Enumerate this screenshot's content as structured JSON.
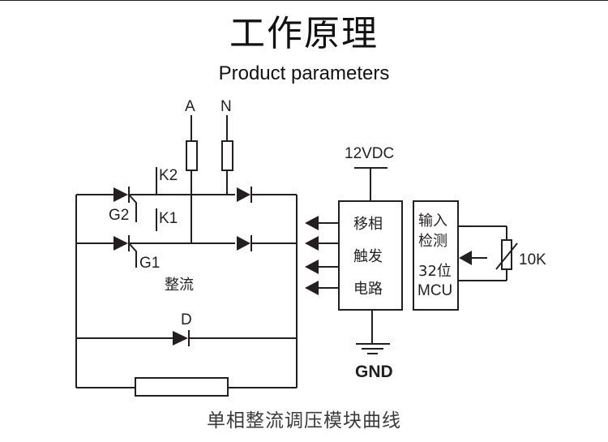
{
  "header": {
    "title": "工作原理",
    "subtitle": "Product parameters"
  },
  "caption": "单相整流调压模块曲线",
  "diagram": {
    "terminals": {
      "a": "A",
      "n": "N"
    },
    "thyristors": {
      "k2": "K2",
      "k1": "K1",
      "g2": "G2",
      "g1": "G1"
    },
    "rectifier_label": "整流",
    "diode_label": "D",
    "supply_label": "12VDC",
    "ground_label": "GND",
    "trigger_block": {
      "line1": "移相",
      "line2": "触发",
      "line3": "电路"
    },
    "mcu_block": {
      "line1": "输入",
      "line2": "检测",
      "line3": "32位",
      "line4": "MCU"
    },
    "potentiometer_label": "10K"
  },
  "colors": {
    "line": "#231f20",
    "background": "#ffffff"
  }
}
